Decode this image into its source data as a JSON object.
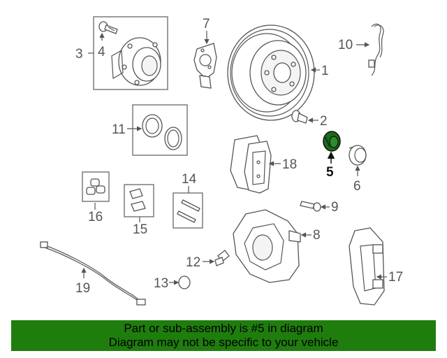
{
  "callouts": {
    "c1": "1",
    "c2": "2",
    "c3": "3",
    "c4": "4",
    "c5": "5",
    "c6": "6",
    "c7": "7",
    "c8": "8",
    "c9": "9",
    "c10": "10",
    "c11": "11",
    "c12": "12",
    "c13": "13",
    "c14": "14",
    "c15": "15",
    "c16": "16",
    "c17": "17",
    "c18": "18",
    "c19": "19"
  },
  "highlight": {
    "part": "5",
    "color": "#1a6b1a"
  },
  "banner": {
    "line1": "Part or sub-assembly is #5 in diagram",
    "line2": "Diagram may not be specific to your vehicle",
    "color": "#1f7d0e"
  }
}
